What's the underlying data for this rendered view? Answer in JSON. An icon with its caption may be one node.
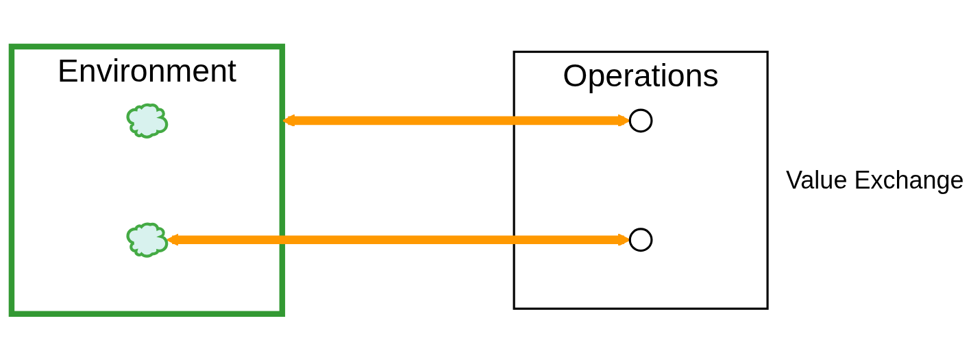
{
  "diagram": {
    "nodes": [
      {
        "text": [
          "Environment"
        ]
      },
      {
        "text": [],
        "shape": "cloud",
        "in": 0
      },
      {
        "text": [],
        "shape": "cloud",
        "in": 0
      },
      {
        "text": [
          "Operations"
        ]
      },
      {
        "text": [],
        "shape": "circle",
        "in": 3
      },
      {
        "text": [],
        "shape": "circle",
        "in": 3
      }
    ],
    "edges": [
      {
        "from": 0,
        "to": 4,
        "arrow": "both"
      },
      {
        "from": 2,
        "to": 5,
        "arrow": "both"
      }
    ],
    "labels": [
      "Value Exchange"
    ]
  }
}
